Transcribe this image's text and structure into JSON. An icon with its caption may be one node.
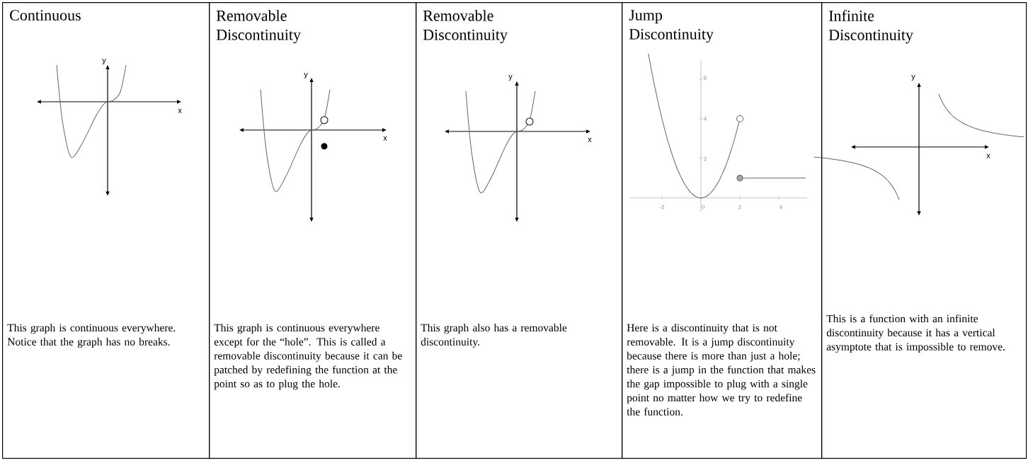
{
  "diagram": {
    "nodes": [
      {
        "text": [
          "Continuous",
          "This graph is continuous everywhere. Notice that the graph has no breaks."
        ]
      },
      {
        "text": [
          "Removable Discontinuity",
          "This graph is continuous everywhere except for the “hole”. This is called a removable discontinuity because it can be patched by redefining the function at the point so as to plug the hole."
        ]
      },
      {
        "text": [
          "Removable Discontinuity",
          "This graph also has a removable discontinuity."
        ]
      },
      {
        "text": [
          "Jump Discontinuity",
          "Here is a discontinuity that is not removable. It is a jump discontinuity because there is more than just a hole; there is a jump in the function that makes the gap impossible to plug with a single point no matter how we try to redefine the function."
        ]
      },
      {
        "text": [
          "Infinite Discontinuity",
          "This is a function with an infinite discontinuity because it has a vertical asymptote that is impossible to remove."
        ]
      }
    ],
    "labels": [
      "y",
      "x",
      "y",
      "x",
      "y",
      "x",
      "6",
      "4",
      "2",
      "-2",
      "0",
      "2",
      "4",
      "y",
      "x"
    ]
  }
}
